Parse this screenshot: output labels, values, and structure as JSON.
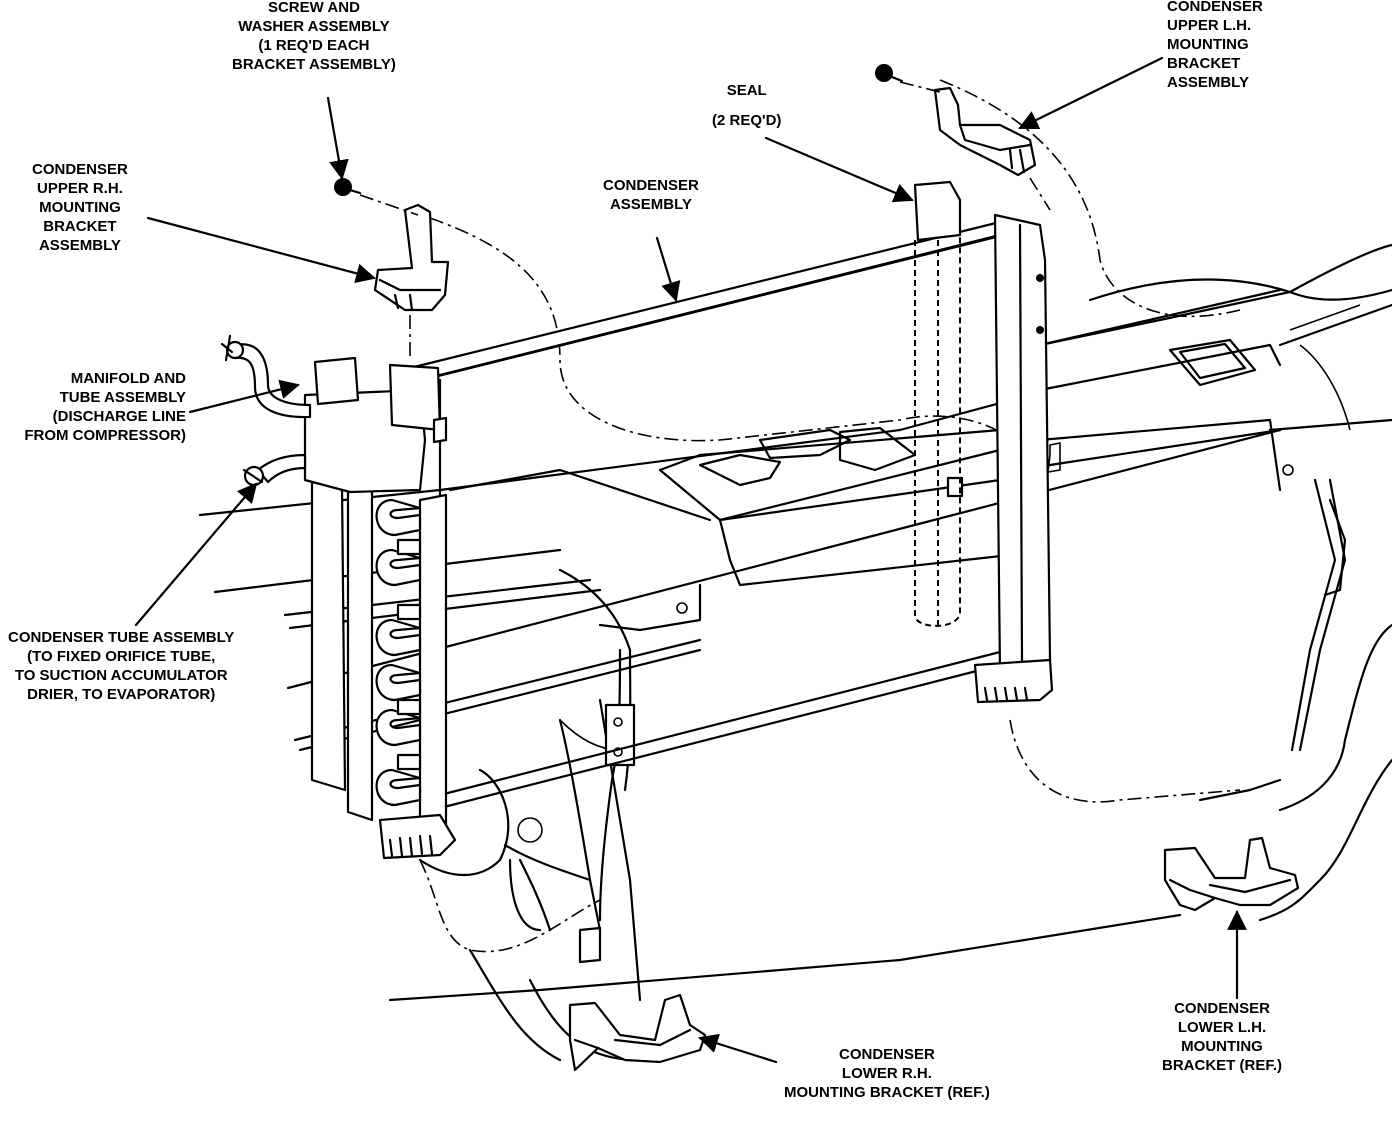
{
  "labels": {
    "screw_washer": [
      "SCREW AND",
      "WASHER ASSEMBLY",
      "(1 REQ'D EACH",
      "BRACKET ASSEMBLY)"
    ],
    "upper_rh_bracket": [
      "CONDENSER",
      "UPPER R.H.",
      "MOUNTING",
      "BRACKET",
      "ASSEMBLY"
    ],
    "condenser_assembly": [
      "CONDENSER",
      "ASSEMBLY"
    ],
    "seal": [
      "SEAL",
      "(2 REQ'D)"
    ],
    "upper_lh_bracket": [
      "CONDENSER",
      "UPPER L.H.",
      "MOUNTING",
      "BRACKET",
      "ASSEMBLY"
    ],
    "manifold_tube": [
      "MANIFOLD AND",
      "TUBE ASSEMBLY",
      "(DISCHARGE LINE",
      "FROM COMPRESSOR)"
    ],
    "condenser_tube": [
      "CONDENSER TUBE ASSEMBLY",
      "(TO FIXED ORIFICE TUBE,",
      "TO SUCTION ACCUMULATOR",
      "DRIER, TO EVAPORATOR)"
    ],
    "lower_rh_bracket": [
      "CONDENSER",
      "LOWER R.H.",
      "MOUNTING BRACKET (REF.)"
    ],
    "lower_lh_bracket": [
      "CONDENSER",
      "LOWER L.H.",
      "MOUNTING",
      "BRACKET (REF.)"
    ]
  }
}
